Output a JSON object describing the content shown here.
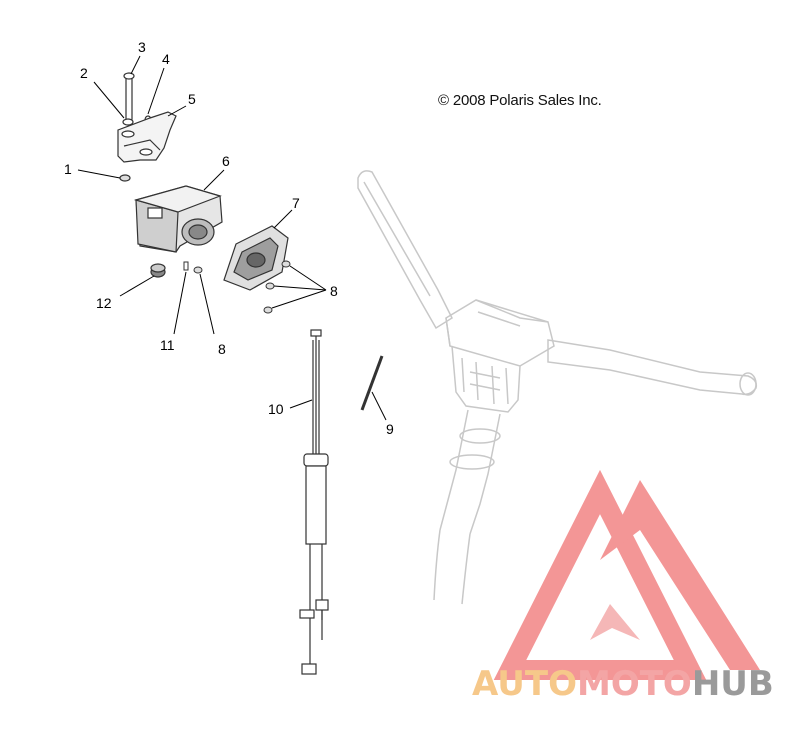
{
  "copyright": "© 2008 Polaris Sales Inc.",
  "callouts": {
    "c1": "1",
    "c2": "2",
    "c3": "3",
    "c4": "4",
    "c5": "5",
    "c6": "6",
    "c7": "7",
    "c8a": "8",
    "c8b": "8",
    "c9": "9",
    "c10": "10",
    "c11": "11",
    "c12": "12"
  },
  "watermark": {
    "part1": "AUTO",
    "part2": "MOTO",
    "part3": "HUB",
    "colors": {
      "auto": "#f6c88a",
      "moto": "#f3a5a5",
      "hub": "#9a9a9a",
      "logo": "#f28b8b"
    }
  }
}
